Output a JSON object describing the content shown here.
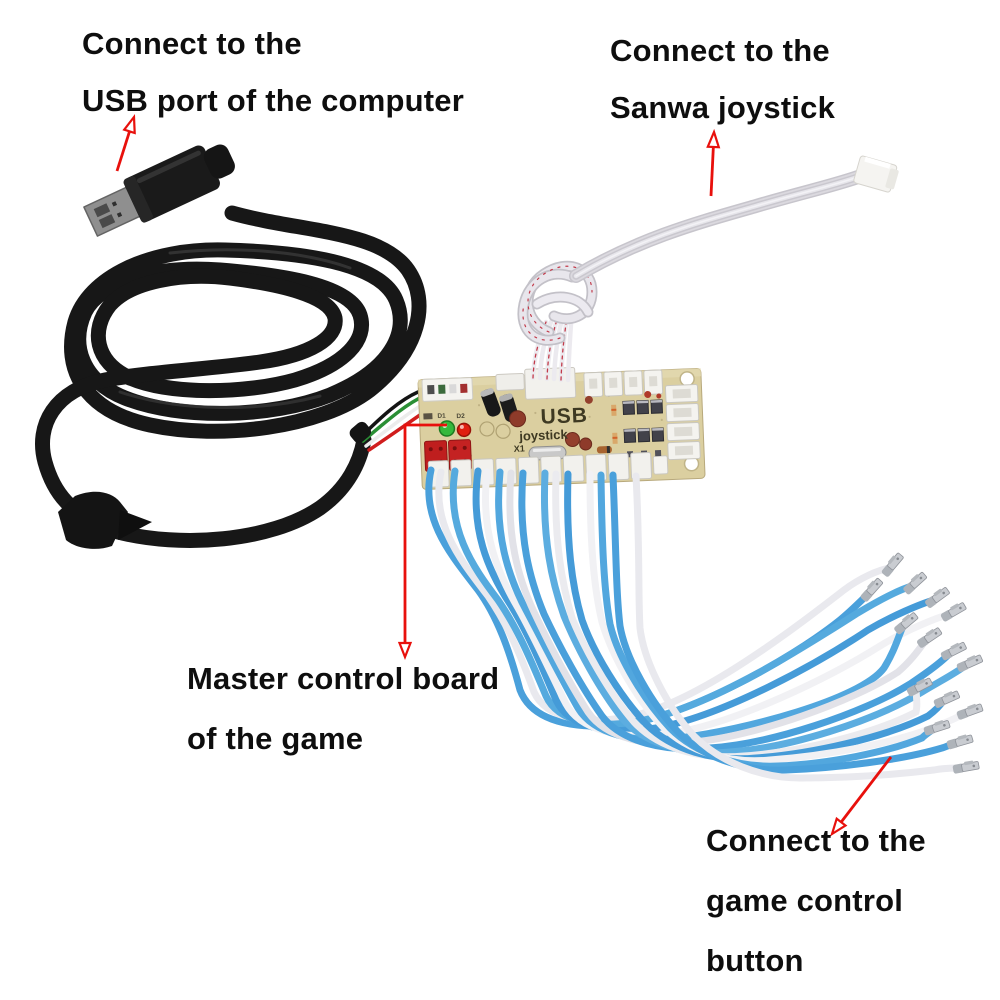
{
  "annotations": {
    "usb_label": {
      "line1": "Connect to the",
      "line2": "USB port of the computer"
    },
    "sanwa_label": {
      "line1": "Connect to the",
      "line2": "Sanwa joystick"
    },
    "board_label": {
      "line1": "Master control board",
      "line2": "of the game"
    },
    "button_label": {
      "line1": "Connect to the",
      "line2": "game control",
      "line3": "button"
    }
  },
  "pcb": {
    "silkscreen_usb": "USB",
    "silkscreen_joystick": "joystick",
    "silkscreen_x1": "X1",
    "led_d1_label": "D1",
    "led_d2_label": "D2"
  },
  "colors": {
    "annotation_arrow": "#e8100c",
    "annotation_text": "#0e0e0e",
    "pcb_board": "#dbcfa0",
    "wire_blue": "#4da4de",
    "wire_white": "#ebebef",
    "usb_cable_black": "#171717",
    "ribbon_cable_gray": "#d2d0d5",
    "led_green": "#35b83c",
    "led_red": "#e01f10",
    "red_component": "#bf1e1e"
  }
}
